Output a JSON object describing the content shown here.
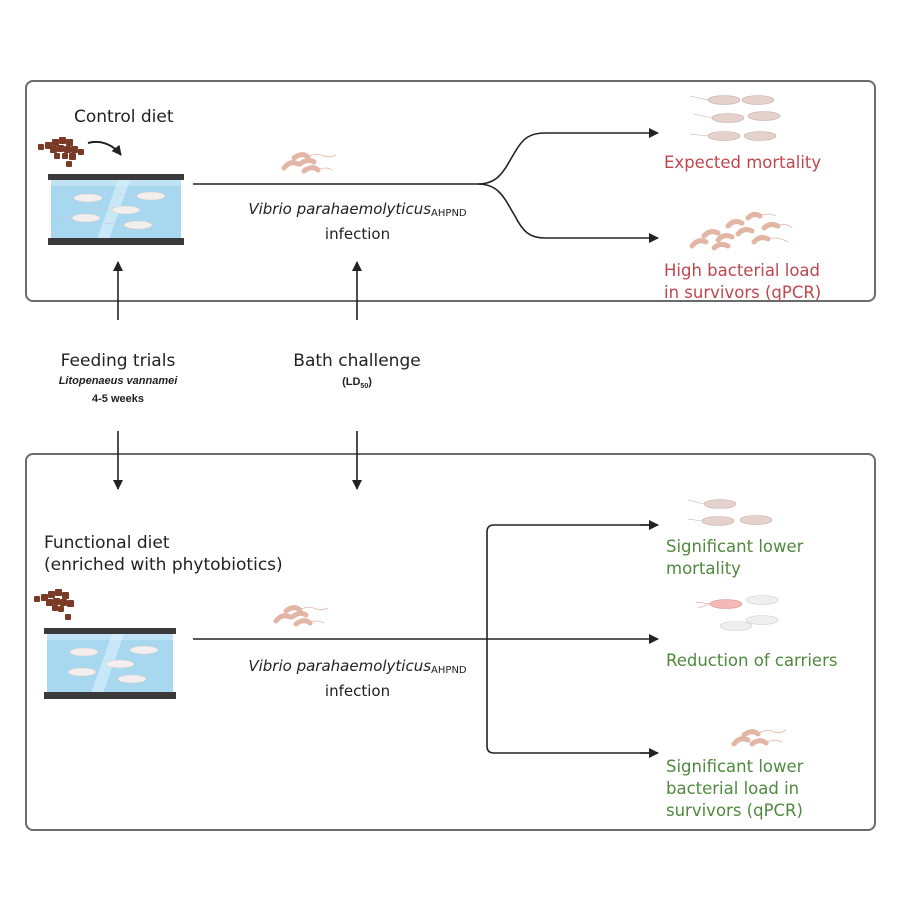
{
  "top_panel": {
    "diet_label": "Control diet",
    "infection": {
      "species": "Vibrio parahaemolyticus",
      "strain_subscript": "AHPND",
      "suffix": "infection"
    },
    "outcomes": [
      {
        "text_lines": [
          "Expected mortality"
        ],
        "icon": "shrimp-group-icon"
      },
      {
        "text_lines": [
          "High bacterial load",
          "in survivors (qPCR)"
        ],
        "icon": "bacteria-cluster-icon"
      }
    ],
    "outcome_color": "#c0464e"
  },
  "middle": {
    "feeding": {
      "title": "Feeding trials",
      "species": "Litopenaeus vannamei",
      "duration": "4-5 weeks"
    },
    "challenge": {
      "title": "Bath challenge",
      "dose_prefix": "(LD",
      "dose_sub": "50",
      "dose_suffix": ")"
    }
  },
  "bottom_panel": {
    "diet_label_line1": "Functional diet",
    "diet_label_line2": "(enriched with phytobiotics)",
    "infection": {
      "species": "Vibrio parahaemolyticus",
      "strain_subscript": "AHPND",
      "suffix": "infection"
    },
    "outcomes": [
      {
        "text_lines": [
          "Significant lower",
          "mortality"
        ],
        "icon": "shrimp-group-icon"
      },
      {
        "text_lines": [
          "Reduction of carriers"
        ],
        "icon": "shrimp-carriers-icon"
      },
      {
        "text_lines": [
          "Significant lower",
          "bacterial load in",
          "survivors (qPCR)"
        ],
        "icon": "bacteria-icon"
      }
    ],
    "outcome_color": "#4f8a3e"
  }
}
